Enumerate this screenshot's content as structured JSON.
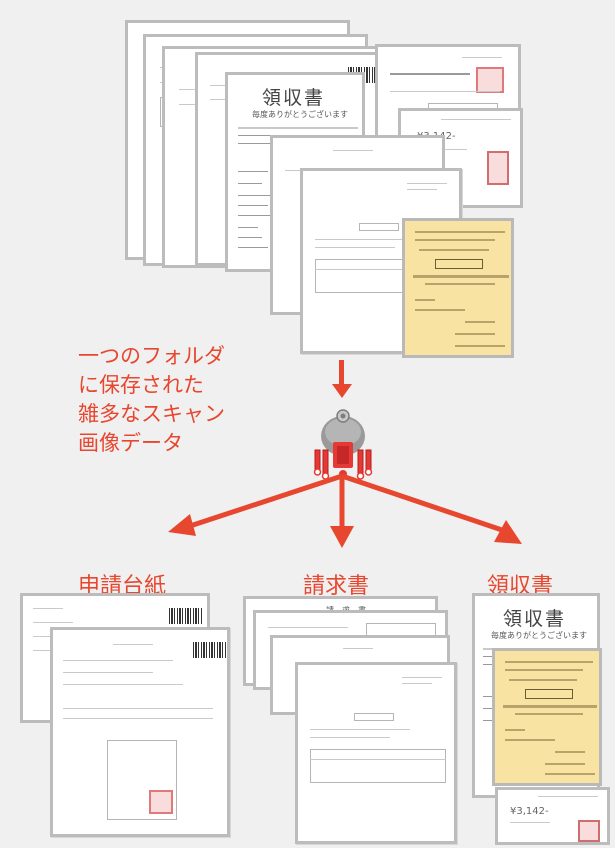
{
  "caption": {
    "line1": "一つのフォルダ",
    "line2": "に保存された",
    "line3": "雑多なスキャン",
    "line4": "画像データ"
  },
  "categories": {
    "application": "申請台紙",
    "invoice": "請求書",
    "receipt": "領収書"
  },
  "receipt_doc": {
    "title": "領収書",
    "thanks": "毎度ありがとうございます"
  },
  "invoice_doc": {
    "heading": "請　求　書",
    "amount": "¥3,142-"
  },
  "colors": {
    "accent": "#e8472f",
    "robot_body": "#e53935",
    "robot_head": "#8a8a8a",
    "receipt_paper": "#f9e3a3"
  },
  "icons": {
    "robot": "sorting-robot-icon",
    "arrow": "arrow-icon"
  }
}
